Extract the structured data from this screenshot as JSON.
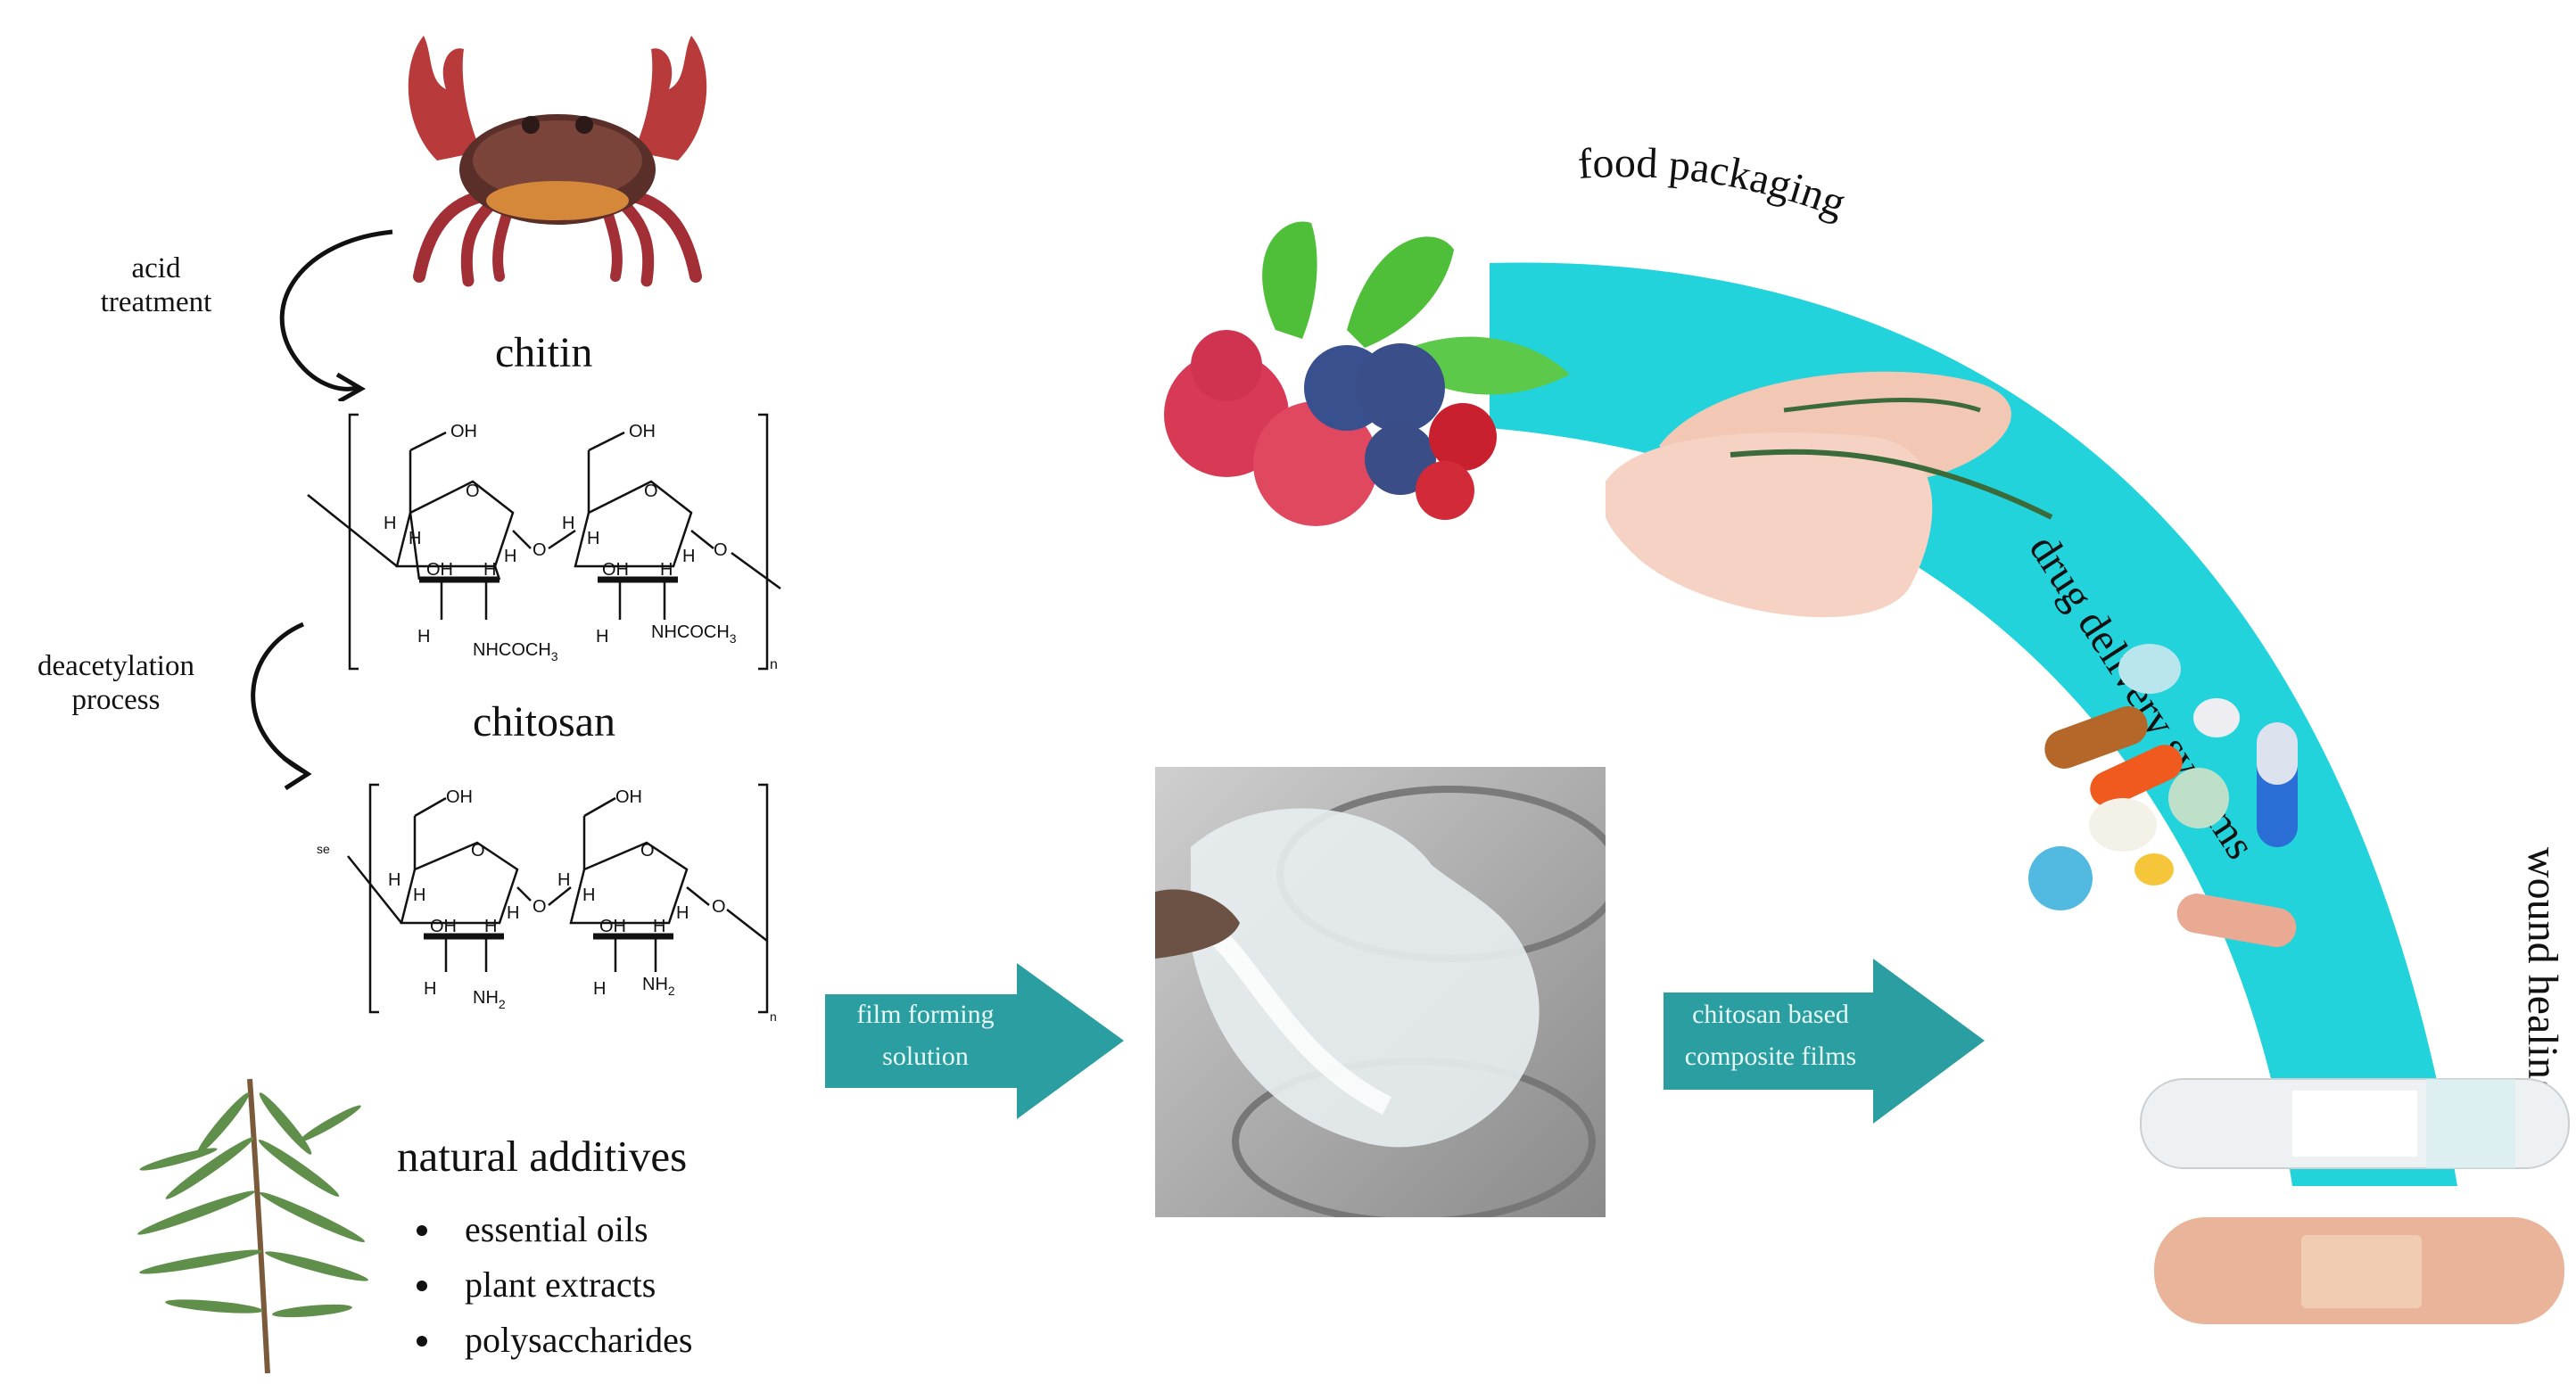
{
  "colors": {
    "band": "#22d3dc",
    "arrow": "#2a9ea0",
    "crab": "#b83a3a",
    "leaf": "#4fbf3a",
    "raspberry": "#d83a55",
    "blueberry": "#39508f"
  },
  "left": {
    "step1_label": "acid treatment",
    "chitin_title": "chitin",
    "step2_label": "deacetylation process",
    "chitosan_title": "chitosan"
  },
  "chem": {
    "oh": "OH",
    "h": "H",
    "o": "O",
    "nhcoch3": "NHCOCH",
    "sub3": "3",
    "nh2": "NH",
    "sub2": "2",
    "n": "n",
    "se": "se"
  },
  "additives": {
    "title": "natural additives",
    "items": [
      "essential oils",
      "plant extracts",
      "polysaccharides"
    ]
  },
  "arrows": {
    "first": "film forming solution",
    "second": "chitosan based composite films"
  },
  "applications": {
    "food": "food packaging",
    "drug": "drug delivery systems",
    "wound": "wound healing"
  }
}
